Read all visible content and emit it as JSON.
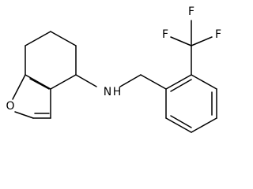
{
  "structure": {
    "atom_labels": {
      "oxygen": "O",
      "amine": "N",
      "amine_h": "H",
      "fluorine_1": "F",
      "fluorine_2": "F",
      "fluorine_3": "F"
    },
    "colors": {
      "bond": "#000000",
      "label": "#000000",
      "background": "#ffffff"
    }
  }
}
